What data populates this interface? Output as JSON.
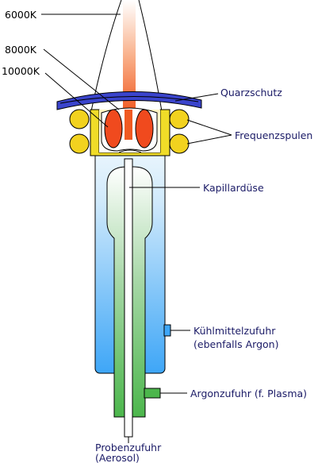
{
  "labels": {
    "temp_6000": "6000K",
    "temp_8000": "8000K",
    "temp_10000": "10000K",
    "quarzschutz": "Quarzschutz",
    "frequenzspulen": "Frequenzspulen",
    "kapillarduese": "Kapillardüse",
    "kuehlmittel_line1": "Kühlmittelzufuhr",
    "kuehlmittel_line2": "(ebenfalls Argon)",
    "argonzufuhr": "Argonzufuhr (f. Plasma)",
    "proben_line1": "Probenzufuhr",
    "proben_line2": "(Aerosol)"
  },
  "colors": {
    "quartz_shield": "#3a44cc",
    "coil": "#f2d21f",
    "coil_housing": "#f0dc28",
    "plasma_core": "#f04a1e",
    "outer_tube_top": "#ffffff",
    "outer_tube_bottom": "#3ea6f7",
    "inner_tube": "#4cb64c",
    "label_text": "#1a1a66"
  }
}
